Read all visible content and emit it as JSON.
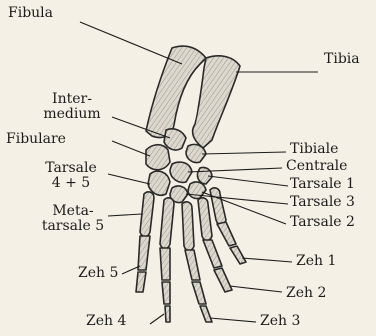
{
  "figure": {
    "labels": {
      "fibula": "Fibula",
      "tibia": "Tibia",
      "intermedium": "Inter-\nmedium",
      "fibulare": "Fibulare",
      "tibiale": "Tibiale",
      "centrale": "Centrale",
      "tarsale_45": "Tarsale\n4 + 5",
      "tarsale_1": "Tarsale 1",
      "metatarsale_5": "Meta-\ntarsale 5",
      "tarsale_3": "Tarsale 3",
      "tarsale_2": "Tarsale 2",
      "zeh_1": "Zeh 1",
      "zeh_5": "Zeh 5",
      "zeh_2": "Zeh 2",
      "zeh_4": "Zeh 4",
      "zeh_3": "Zeh 3"
    },
    "colors": {
      "background": "#f4f0e6",
      "bone_fill": "#d9d6cc",
      "ink": "#1c1c1c"
    }
  }
}
